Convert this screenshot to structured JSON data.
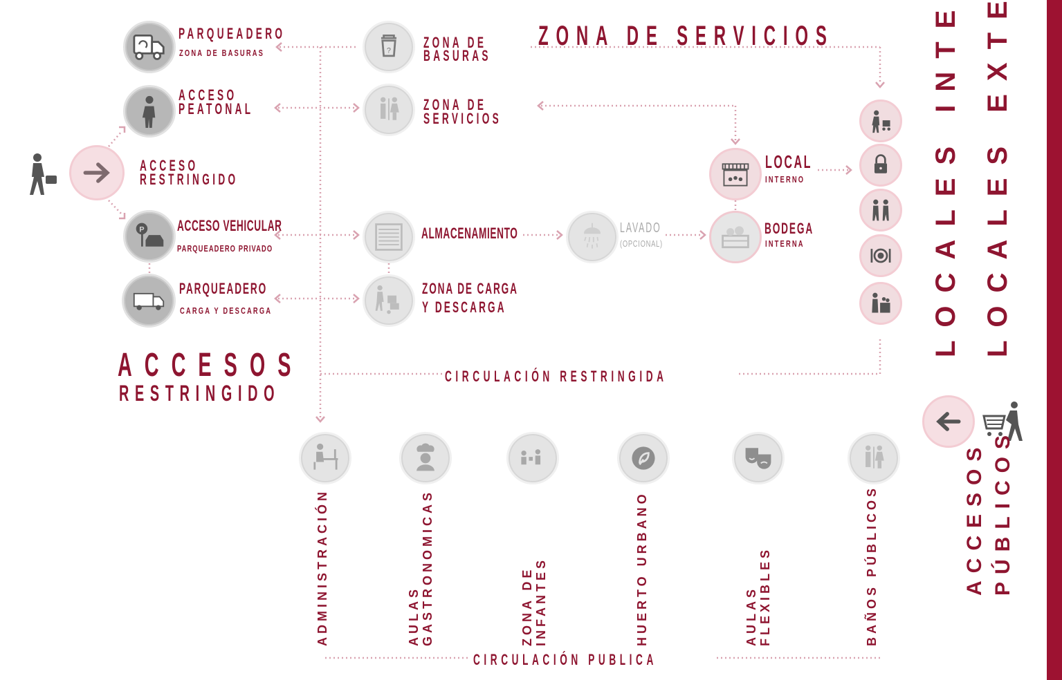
{
  "colors": {
    "accent": "#8e1530",
    "dotted": "#d9a2b0",
    "icon_grey": "#666666",
    "node_grey": "#b7b7b7",
    "node_light": "#e4e4e4",
    "node_pink": "#f6dfe3"
  },
  "headings": {
    "zona_servicios": "ZONA DE SERVICIOS",
    "accesos": "ACCESOS",
    "restringido": "RESTRINGIDO",
    "circ_restringida": "CIRCULACIÓN RESTRINGIDA",
    "circ_publica": "CIRCULACIÓN PUBLICA",
    "locales_internos": "LOCALES INTERNOS",
    "locales_externos": "LOCALES EXTERNOS",
    "accesos_publicos_1": "ACCESOS",
    "accesos_publicos_2": "PÚBLICOS"
  },
  "access": {
    "restringido_1": "ACCESO",
    "restringido_2": "RESTRINGIDO",
    "parq_basuras_1": "PARQUEADERO",
    "parq_basuras_2": "ZONA DE BASURAS",
    "peatonal_1": "ACCESO",
    "peatonal_2": "PEATONAL",
    "vehicular_1": "ACCESO VEHICULAR",
    "vehicular_2": "PARQUEADERO PRIVADO",
    "carga_1": "PARQUEADERO",
    "carga_2": "CARGA Y DESCARGA"
  },
  "services": {
    "basuras_1": "ZONA DE",
    "basuras_2": "BASURAS",
    "servicios_1": "ZONA DE",
    "servicios_2": "SERVICIOS",
    "almacenamiento": "ALMACENAMIENTO",
    "carga_1": "ZONA DE CARGA",
    "carga_2": "Y DESCARGA",
    "lavado_1": "LAVADO",
    "lavado_2": "(OPCIONAL)",
    "local_1": "LOCAL",
    "local_2": "INTERNO",
    "bodega_1": "BODEGA",
    "bodega_2": "INTERNA"
  },
  "public_spaces": [
    {
      "line1": "ADMINISTRACIÓN",
      "line2": "",
      "icon": "office-worker-icon"
    },
    {
      "line1": "AULAS",
      "line2": "GASTRONOMICAS",
      "icon": "chef-icon"
    },
    {
      "line1": "ZONA DE",
      "line2": "INFANTES",
      "icon": "children-play-icon"
    },
    {
      "line1": "HUERTO URBANO",
      "line2": "",
      "icon": "leaf-icon"
    },
    {
      "line1": "AULAS",
      "line2": "FLEXIBLES",
      "icon": "theater-masks-icon"
    },
    {
      "line1": "BAÑOS PÚBLICOS",
      "line2": "",
      "icon": "restroom-icon"
    }
  ],
  "local_icons": [
    "cart-vendor-icon",
    "lock-icon",
    "people-meeting-icon",
    "plate-cutlery-icon",
    "market-stall-icon"
  ]
}
